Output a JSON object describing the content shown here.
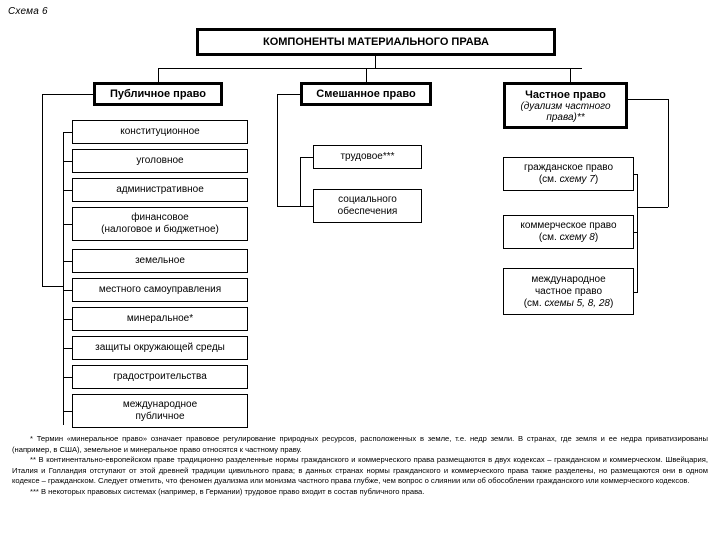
{
  "scheme_label": "Схема 6",
  "title": "КОМПОНЕНТЫ МАТЕРИАЛЬНОГО ПРАВА",
  "branches": {
    "public": {
      "heading": "Публичное право",
      "items": [
        {
          "line1": "конституционное"
        },
        {
          "line1": "уголовное"
        },
        {
          "line1": "административное"
        },
        {
          "line1": "финансовое",
          "line2": "(налоговое и бюджетное)"
        },
        {
          "line1": "земельное"
        },
        {
          "line1": "местного самоуправления"
        },
        {
          "line1": "минеральное*"
        },
        {
          "line1": "защиты окружающей среды"
        },
        {
          "line1": "градостроительства"
        },
        {
          "line1": "международное",
          "line2": "публичное"
        }
      ]
    },
    "mixed": {
      "heading": "Смешанное право",
      "items": [
        {
          "line1": "трудовое***"
        },
        {
          "line1": "социального",
          "line2": "обеспечения"
        }
      ]
    },
    "private": {
      "heading": "Частное право",
      "heading_sub": "(дуализм частного права)**",
      "items": [
        {
          "line1": "гражданское право",
          "ref": "(см. ",
          "ref_ital": "схему 7",
          "ref_end": ")"
        },
        {
          "line1": "коммерческое право",
          "ref": "(см. ",
          "ref_ital": "схему 8",
          "ref_end": ")"
        },
        {
          "line1": "международное",
          "line2": "частное право",
          "ref": "(см. ",
          "ref_ital": "схемы 5, 8, 28",
          "ref_end": ")"
        }
      ]
    }
  },
  "footnotes": [
    "* Термин «минеральное право» означает правовое регулирование природных ресурсов, расположенных в земле, т.е. недр земли. В странах, где земля и ее недра приватизированы (например, в США), земельное и минеральное право относятся к частному праву.",
    "** В континентально-европейском праве традиционно разделенные нормы гражданского и коммерческого права размещаются в двух кодексах – гражданском и коммерческом. Швейцария, Италия и Голландия отступают от этой древней традиции цивильного права; в данных странах нормы гражданского и коммерческого права также разделены, но размещаются они в одном кодексе – гражданском. Следует отметить, что феномен дуализма или монизма частного права глубже, чем вопрос о слиянии или об обособлении гражданского или коммерческого кодексов.",
    "*** В некоторых правовых системах (например, в Германии) трудовое право входит в состав публичного права."
  ],
  "colors": {
    "line": "#000000",
    "background": "#ffffff"
  }
}
